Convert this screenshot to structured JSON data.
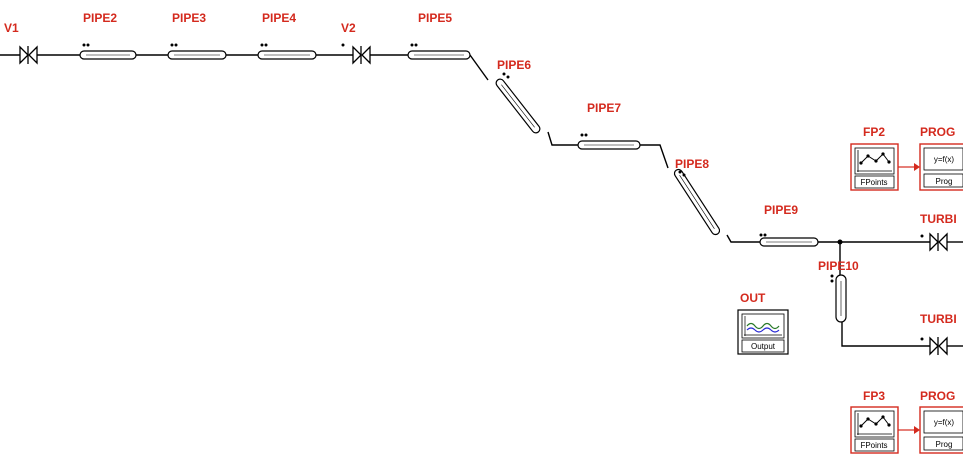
{
  "labels": {
    "v1": "V1",
    "v2": "V2",
    "pipe2": "PIPE2",
    "pipe3": "PIPE3",
    "pipe4": "PIPE4",
    "pipe5": "PIPE5",
    "pipe6": "PIPE6",
    "pipe7": "PIPE7",
    "pipe8": "PIPE8",
    "pipe9": "PIPE9",
    "pipe10": "PIPE10",
    "fp2": "FP2",
    "fp3": "FP3",
    "prog1": "PROG",
    "prog2": "PROG",
    "turb1": "TURBI",
    "turb2": "TURBI",
    "out": "OUT"
  },
  "blocks": {
    "fpoints": "FPoints",
    "prog": "Prog",
    "formula": "y=f(x)",
    "output": "Output"
  },
  "colors": {
    "label": "#d42a1e",
    "line": "#000000",
    "output_wave_1": "#2a7a2a",
    "output_wave_2": "#2a2ad4"
  }
}
